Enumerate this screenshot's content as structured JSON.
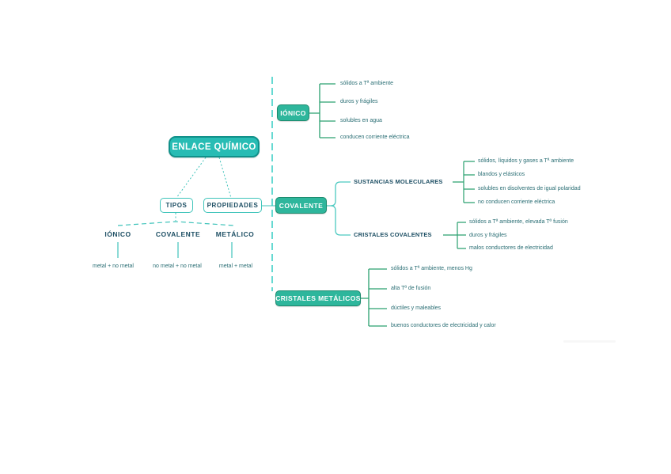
{
  "diagram": {
    "root_label": "ENLACE QUÍMICO",
    "tipos": {
      "label": "TIPOS",
      "types": [
        {
          "name": "IÓNICO",
          "formula": "metal + no metal"
        },
        {
          "name": "COVALENTE",
          "formula": "no metal + no metal"
        },
        {
          "name": "METÁLICO",
          "formula": "metal + metal"
        }
      ]
    },
    "propiedades": {
      "label": "PROPIEDADES",
      "branches": [
        {
          "label": "IÓNICO",
          "items": [
            "sólidos a Tª ambiente",
            "duros y frágiles",
            "solubles en agua",
            "conducen corriente eléctrica"
          ]
        },
        {
          "label": "COVALENTE",
          "groups": [
            {
              "label": "SUSTANCIAS MOLECULARES",
              "items": [
                "sólidos, líquidos y gases a Tª ambiente",
                "blandos y elásticos",
                "solubles en disolventes de igual polaridad",
                "no conducen corriente eléctrica"
              ]
            },
            {
              "label": "CRISTALES COVALENTES",
              "items": [
                "sólidos a Tª ambiente, elevada Tª fusión",
                "duros y frágiles",
                "malos conductores de electricidad"
              ]
            }
          ]
        },
        {
          "label": "CRISTALES METÁLICOS",
          "items": [
            "sólidos a Tª ambiente, menos Hg",
            "alta Tª de fusión",
            "dúctiles y maleables",
            "buenos conductores de electricidad y calor"
          ]
        }
      ]
    },
    "colors": {
      "root_fill": "#28bcb4",
      "root_border": "#11918a",
      "branch_fill": "#2eb69c",
      "branch_border": "#1d8a6e",
      "outline_border": "#3ec4ba",
      "heading_text": "#1c4e63",
      "item_text": "#2a6e74",
      "bracket_green": "#2aa06f",
      "bracket_teal": "#4cc9c0",
      "dashed_spine": "#56d5cd",
      "dotted_connector": "#3fc3ba"
    }
  }
}
